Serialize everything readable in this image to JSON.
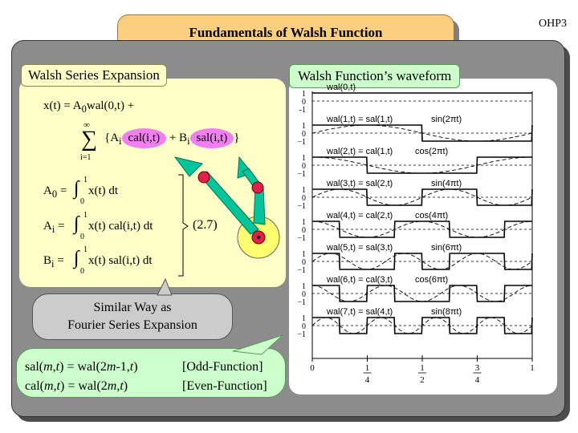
{
  "slide_id": "OHP3",
  "title": "Fundamentals of Walsh Function",
  "left_panel": {
    "label": "Walsh Series Expansion",
    "eq1": {
      "lhs": "x(t) = A",
      "sub": "0",
      "rhs": "wal(0,t) +"
    },
    "eq2": {
      "sigma": "∑",
      "upper": "∞",
      "lower": "i=1",
      "open": "{A",
      "sub_a": "i",
      "cal": "cal(i,t)",
      "plus": "+ B",
      "sub_b": "i",
      "sal": "sal(i,t)",
      "close": "}"
    },
    "coef_a0": {
      "lhs": "A",
      "sub": "0",
      "op": "=",
      "int": "∫",
      "ub": "1",
      "lb": "0",
      "body": "x(t) dt"
    },
    "coef_ai": {
      "lhs": "A",
      "sub": "i",
      "op": "=",
      "int": "∫",
      "ub": "1",
      "lb": "0",
      "body": "x(t) cal(i,t) dt"
    },
    "coef_bi": {
      "lhs": "B",
      "sub": "i",
      "op": "=",
      "int": "∫",
      "ub": "1",
      "lb": "0",
      "body": "x(t) sal(i,t) dt"
    },
    "eq_number": "(2.7)"
  },
  "callout_gray": {
    "line1": "Similar Way as",
    "line2": "Fourier Series Expansion"
  },
  "green_box": {
    "row1": {
      "prefix": "sal(",
      "m": "m",
      "mid": ",",
      "t": "t",
      "suffix": ") = wal(2",
      "m2": "m",
      "tail": "-1,",
      "t2": "t",
      "end": ")",
      "tag": "[Odd-Function]"
    },
    "row2": {
      "prefix": "cal(",
      "m": "m",
      "mid": ",",
      "t": "t",
      "suffix": ") = wal(2",
      "m2": "m",
      "tail": ",",
      "t2": "t",
      "end": ")",
      "tag": "[Even-Function]"
    }
  },
  "right_panel": {
    "label": "Walsh Function’s waveform",
    "rows": [
      {
        "label": "wal(0,t)",
        "sin_label": ""
      },
      {
        "label": "wal(1,t) = sal(1,t)",
        "sin_label": "sin(2πt)"
      },
      {
        "label": "wal(2,t) = cal(1,t)",
        "sin_label": "cos(2πt)"
      },
      {
        "label": "wal(3,t) = sal(2,t)",
        "sin_label": "sin(4πt)"
      },
      {
        "label": "wal(4,t) = cal(2,t)",
        "sin_label": "cos(4πt)"
      },
      {
        "label": "wal(5,t) = sal(3,t)",
        "sin_label": "sin(6πt)"
      },
      {
        "label": "wal(6,t) = cal(3,t)",
        "sin_label": "cos(6πt)"
      },
      {
        "label": "wal(7,t) = sal(4,t)",
        "sin_label": "sin(8πt)"
      }
    ],
    "first_row_ticks": [
      "1",
      "0",
      "-1"
    ],
    "row_ticks": [
      "1",
      "0",
      "−1"
    ],
    "x_ticks": [
      {
        "num": "0",
        "den": ""
      },
      {
        "num": "1",
        "den": "4"
      },
      {
        "num": "1",
        "den": "2"
      },
      {
        "num": "3",
        "den": "4"
      },
      {
        "num": "1",
        "den": ""
      }
    ]
  }
}
